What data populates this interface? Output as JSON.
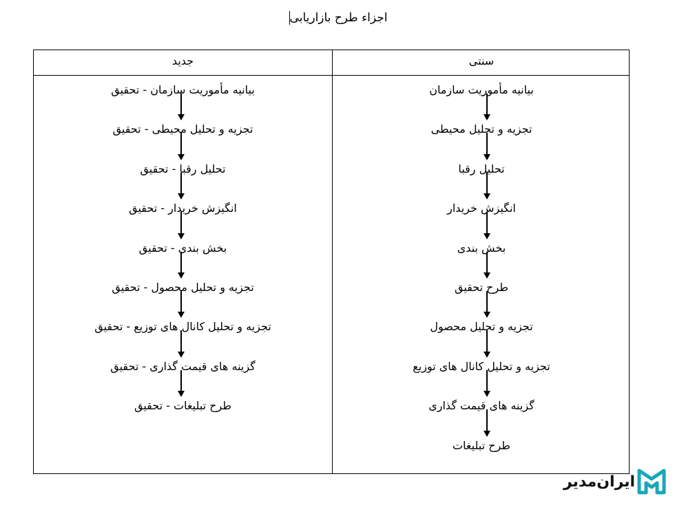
{
  "title": "اجزاء طرح بازاریابی",
  "table": {
    "headers": {
      "modern": "جدید",
      "traditional": "سنتی"
    },
    "modern_steps": [
      "بیانیه مأموریت سازمان - تحقیق",
      "تجزیه و تحلیل محیطی - تحقیق",
      "تحلیل رقبا - تحقیق",
      "انگیزش خریدار - تحقیق",
      "بخش بندی - تحقیق",
      "تجزیه و تحلیل محصول - تحقیق",
      "تجزیه و تحلیل کانال های توزیع - تحقیق",
      "گزینه های قیمت گذاری - تحقیق",
      "طرح تبلیغات - تحقیق"
    ],
    "traditional_steps": [
      "بیانیه مأموریت سازمان",
      "تجزیه و تحلیل محیطی",
      "تحلیل رقبا",
      "انگیزش خریدار",
      "بخش بندی",
      "طرح تحقیق",
      "تجزیه و تحلیل محصول",
      "تجزیه و تحلیل کانال های توزیع",
      "گزینه های قیمت گذاری",
      "طرح تبلیغات"
    ]
  },
  "logo": {
    "text": "ایران مدیر",
    "icon": "brand-m-icon",
    "accent": "#1aa7b8"
  }
}
